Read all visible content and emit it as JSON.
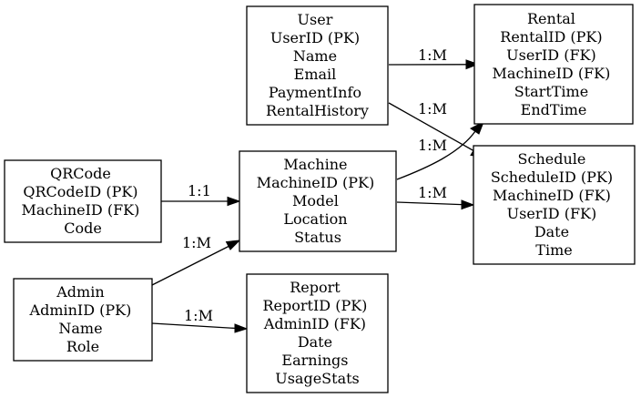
{
  "entities": {
    "user": {
      "lines": [
        "User",
        "UserID (PK)",
        "Name",
        "Email",
        "PaymentInfo",
        "RentalHistory"
      ]
    },
    "rental": {
      "lines": [
        "Rental",
        "RentalID (PK)",
        "UserID (FK)",
        "MachineID (FK)",
        "StartTime",
        "EndTime"
      ]
    },
    "qrcode": {
      "lines": [
        "QRCode",
        "QRCodeID (PK)",
        "MachineID (FK)",
        "Code"
      ]
    },
    "machine": {
      "lines": [
        "Machine",
        "MachineID (PK)",
        "Model",
        "Location",
        "Status"
      ]
    },
    "schedule": {
      "lines": [
        "Schedule",
        "ScheduleID (PK)",
        "MachineID (FK)",
        "UserID (FK)",
        "Date",
        "Time"
      ]
    },
    "admin": {
      "lines": [
        "Admin",
        "AdminID (PK)",
        "Name",
        "Role"
      ]
    },
    "report": {
      "lines": [
        "Report",
        "ReportID (PK)",
        "AdminID (FK)",
        "Date",
        "Earnings",
        "UsageStats"
      ]
    }
  },
  "relationships": {
    "user_rental": "1:M",
    "user_schedule": "1:M",
    "machine_rental": "1:M",
    "machine_schedule": "1:M",
    "qrcode_machine": "1:1",
    "admin_machine": "1:M",
    "admin_report": "1:M"
  },
  "colors": {
    "stroke": "#000000",
    "background": "#ffffff"
  }
}
